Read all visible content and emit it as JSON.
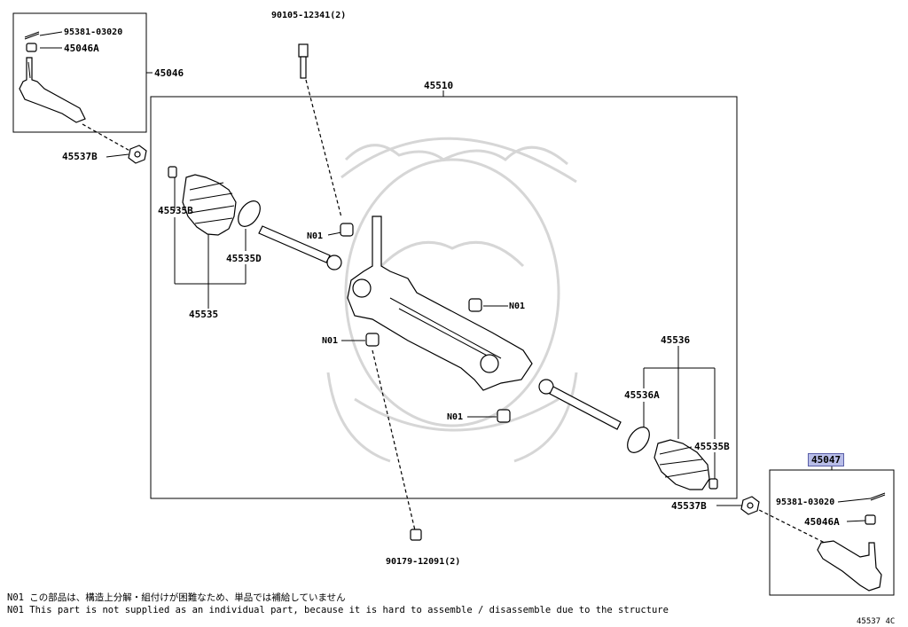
{
  "labels": {
    "p90105": "90105-12341(2)",
    "p45510": "45510",
    "p45046": "45046",
    "p95381_left": "95381-03020",
    "p45046A_left": "45046A",
    "p45537B_left": "45537B",
    "p45535B_left": "45535B",
    "p45535D": "45535D",
    "p45535": "45535",
    "n01_a": "N01",
    "n01_b": "N01",
    "n01_c": "N01",
    "n01_d": "N01",
    "p45536": "45536",
    "p45536A": "45536A",
    "p45535B_right": "45535B",
    "p45047": "45047",
    "p95381_right": "95381-03020",
    "p45046A_right": "45046A",
    "p45537B_right": "45537B",
    "p90179": "90179-12091(2)"
  },
  "notes": {
    "jp": "N01 この部品は、構造上分解・組付けが困難なため、単品では補給していません",
    "en": "N01 This part is not supplied as an individual part, because it is hard to assemble / disassemble due to the structure"
  },
  "diagram_id": "45537 4C",
  "colors": {
    "highlight": "#b8bde8",
    "watermark": "#d6d6d6"
  }
}
